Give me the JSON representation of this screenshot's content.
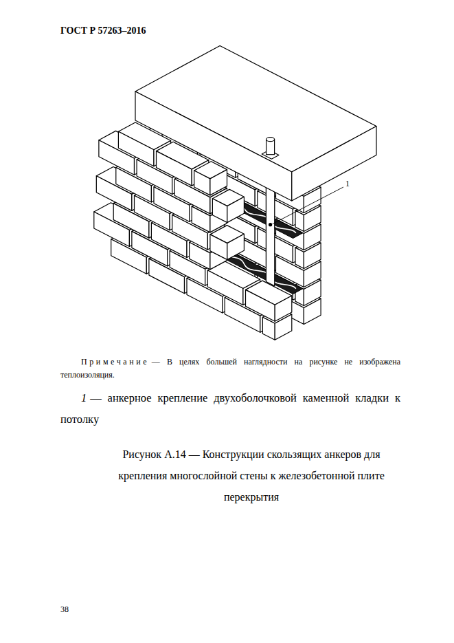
{
  "diagram": {
    "caption": "Рисунок А.14 — Конструкции скользящих анкеров для крепления многослойной стены к железобетонной плите перекрытия",
    "labels": [
      "ГОСТ Р 57263–2016",
      "1",
      "Примечание",
      "— В целях большей наглядности на рисунке не изображена теплоизоляция.",
      "1",
      "— анкерное крепление двухоболочковой каменной кладки к потолку",
      "38"
    ]
  }
}
